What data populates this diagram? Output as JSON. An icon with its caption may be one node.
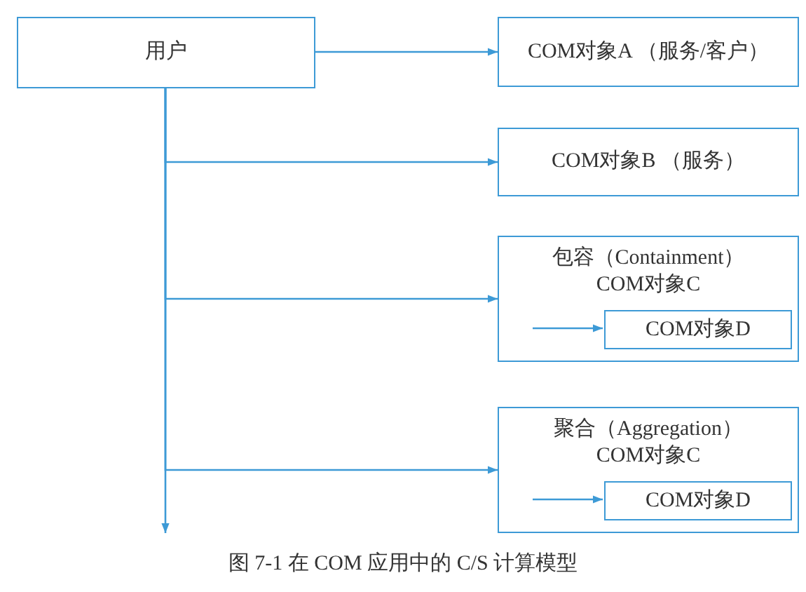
{
  "diagram": {
    "caption": "图 7-1 在 COM 应用中的 C/S 计算模型",
    "nodes": [
      {
        "text": [
          "用户"
        ]
      },
      {
        "text": [
          "COM对象A （服务/客户）"
        ]
      },
      {
        "text": [
          "COM对象B （服务）"
        ]
      },
      {
        "text": [
          "包容（Containment）",
          "COM对象C"
        ]
      },
      {
        "text": [
          "COM对象D"
        ],
        "in": 3
      },
      {
        "text": [
          "聚合（Aggregation）",
          "COM对象C"
        ]
      },
      {
        "text": [
          "COM对象D"
        ],
        "in": 5
      }
    ],
    "edges": [
      {
        "from": 0,
        "to": 1,
        "arrow": "to"
      },
      {
        "from": 0,
        "to": 2,
        "arrow": "to"
      },
      {
        "from": 0,
        "to": 3,
        "arrow": "to"
      },
      {
        "from": 0,
        "to": 5,
        "arrow": "to"
      },
      {
        "from": 0,
        "to": null,
        "arrow": "to"
      },
      {
        "from": null,
        "to": 4,
        "arrow": "to"
      },
      {
        "from": null,
        "to": 6,
        "arrow": "to"
      }
    ]
  }
}
